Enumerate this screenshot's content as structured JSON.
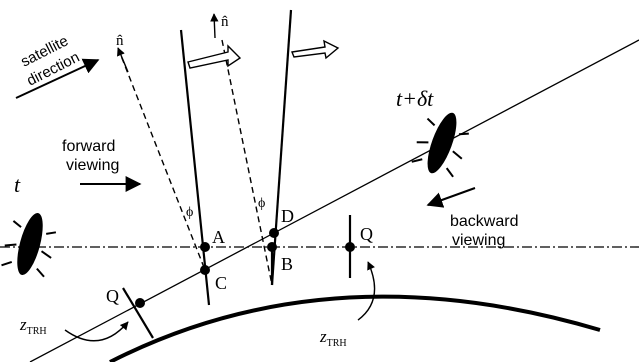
{
  "labels": {
    "satellite_direction_line1": "satellite",
    "satellite_direction_line2": "direction",
    "forward_line1": "forward",
    "forward_line2": "viewing",
    "backward_line1": "backward",
    "backward_line2": "viewing",
    "t": "t",
    "t_plus_dt": "t+δt",
    "point_A": "A",
    "point_B": "B",
    "point_C": "C",
    "point_D": "D",
    "point_Q_left": "Q",
    "point_Q_right": "Q",
    "phi_left": "ϕ",
    "phi_right": "ϕ",
    "n_hat_left": "n̂",
    "n_hat_right": "n̂",
    "z_trh_left_main": "z",
    "z_trh_left_sub": "TRH",
    "z_trh_right_main": "z",
    "z_trh_right_sub": "TRH"
  },
  "colors": {
    "ink": "#000000",
    "background": "#ffffff"
  }
}
